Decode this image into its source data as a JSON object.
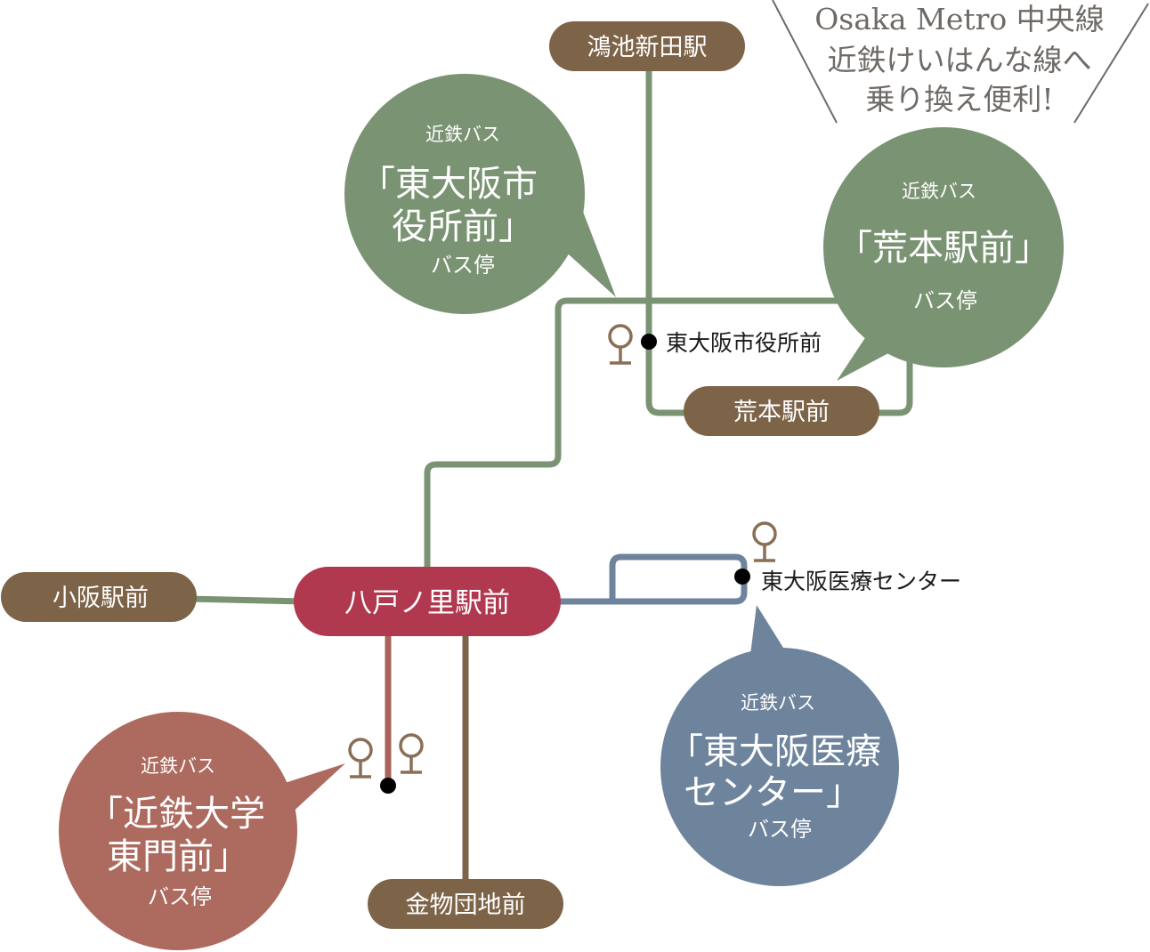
{
  "colors": {
    "green": "#7a9373",
    "brown": "#7d6448",
    "red_pill": "#b0384f",
    "rose_line": "#a8645a",
    "rose_bubble": "#ad6a5f",
    "blue": "#6e849c",
    "gray_text": "#6f6a66"
  },
  "note": {
    "line1": "Osaka Metro 中央線",
    "line2": "近鉄けいはんな線へ",
    "line3": "乗り換え便利!"
  },
  "stations": {
    "konoike": "鴻池新田駅",
    "aramoto": "荒本駅前",
    "kosaka": "小阪駅前",
    "yaenosato": "八戸ノ里駅前",
    "kanamono": "金物団地前"
  },
  "stops": {
    "shiyakusho": "東大阪市役所前",
    "iryo": "東大阪医療センター"
  },
  "bubbles": {
    "shiyakusho": {
      "small": "近鉄バス",
      "line1": "「東大阪市",
      "line2": "役所前」",
      "suffix": "バス停"
    },
    "aramoto": {
      "small": "近鉄バス",
      "line1": "「荒本駅前」",
      "suffix": "バス停"
    },
    "iryo": {
      "small": "近鉄バス",
      "line1": "「東大阪医療",
      "line2": "センター」",
      "suffix": "バス停"
    },
    "kintai": {
      "small": "近鉄バス",
      "line1": "「近鉄大学",
      "line2": "東門前」",
      "suffix": "バス停"
    }
  },
  "icons": {
    "bus_stop": "bus-stop-sign-icon",
    "stop_dot": "stop-dot-icon"
  }
}
